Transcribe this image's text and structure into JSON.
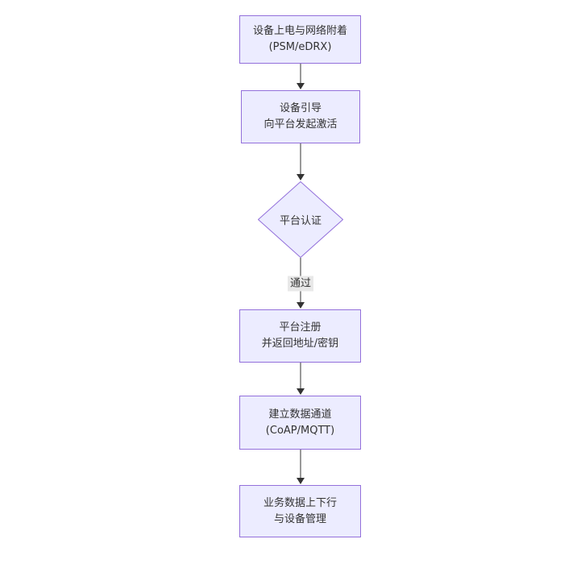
{
  "diagram": {
    "type": "flowchart-top-down",
    "colors": {
      "background": "#ffffff",
      "node_fill": "#ECECFF",
      "node_border": "#9370DB",
      "text_color": "#333333",
      "arrow_color": "#333333",
      "edge_label_bg": "#e8e8e8"
    },
    "nodes": [
      {
        "id": "power-attach",
        "type": "rect",
        "lines": [
          "设备上电与网络附着",
          "(PSM/eDRX)"
        ]
      },
      {
        "id": "boot-activate",
        "type": "rect",
        "lines": [
          "设备引导",
          "向平台发起激活"
        ]
      },
      {
        "id": "platform-auth",
        "type": "diamond",
        "lines": [
          "平台认证"
        ]
      },
      {
        "id": "register",
        "type": "rect",
        "lines": [
          "平台注册",
          "并返回地址/密钥"
        ]
      },
      {
        "id": "data-channel",
        "type": "rect",
        "lines": [
          "建立数据通道",
          "(CoAP/MQTT)"
        ]
      },
      {
        "id": "business",
        "type": "rect",
        "lines": [
          "业务数据上下行",
          "与设备管理"
        ]
      }
    ],
    "edges": [
      {
        "from": "power-attach",
        "to": "boot-activate",
        "label": ""
      },
      {
        "from": "boot-activate",
        "to": "platform-auth",
        "label": ""
      },
      {
        "from": "platform-auth",
        "to": "register",
        "label": "通过"
      },
      {
        "from": "register",
        "to": "data-channel",
        "label": ""
      },
      {
        "from": "data-channel",
        "to": "business",
        "label": ""
      }
    ]
  }
}
